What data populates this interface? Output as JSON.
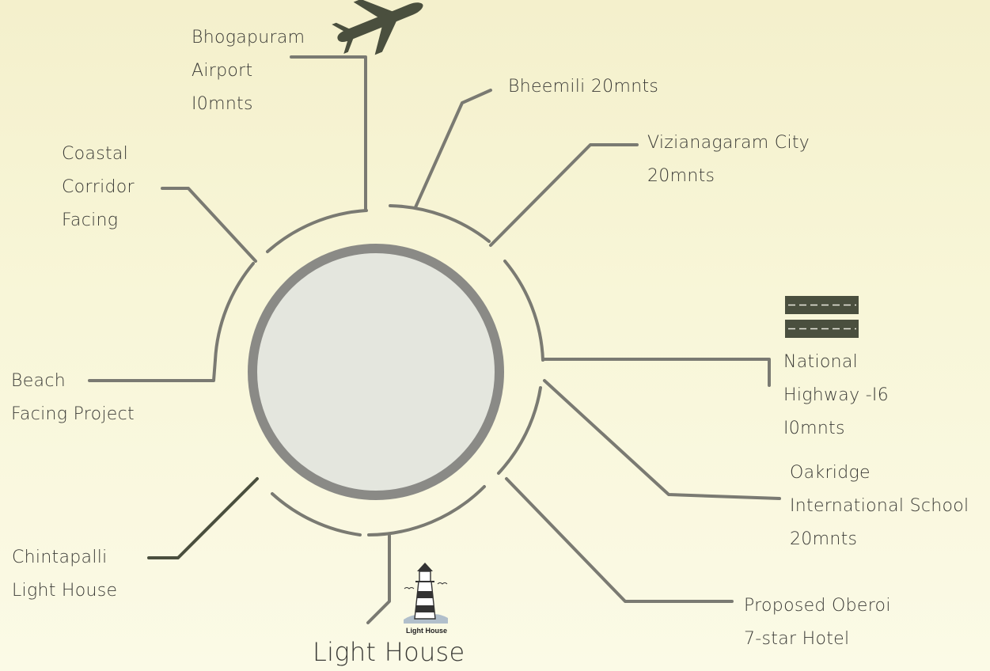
{
  "colors": {
    "line": "#7a7a72",
    "ring": "#8a8a86",
    "icon": "#4a4f3e",
    "center_fill": "#e4e6de",
    "text": "#3a3a36"
  },
  "destinations": [
    {
      "id": "airport",
      "lines": [
        "Bhogapuram",
        "Airport",
        "I0mnts"
      ],
      "icon": "airplane-icon"
    },
    {
      "id": "bheemili",
      "lines": [
        "Bheemili 20mnts"
      ]
    },
    {
      "id": "vizianagaram",
      "lines": [
        "Vizianagaram City",
        "20mnts"
      ]
    },
    {
      "id": "coastal",
      "lines": [
        "Coastal",
        "Corridor",
        "Facing"
      ]
    },
    {
      "id": "highway",
      "lines": [
        "National",
        "Highway -I6",
        "I0mnts"
      ],
      "icon": "highway-road-icon"
    },
    {
      "id": "beach",
      "lines": [
        "Beach",
        "Facing Project"
      ]
    },
    {
      "id": "oakridge",
      "lines": [
        "Oakridge",
        "International School",
        "20mnts"
      ]
    },
    {
      "id": "chintapalli",
      "lines": [
        "Chintapalli",
        "Light House"
      ]
    },
    {
      "id": "oberoi",
      "lines": [
        "Proposed Oberoi",
        "7-star Hotel"
      ]
    }
  ],
  "center": {
    "title": "Light House",
    "logo_caption": "Light House",
    "icon": "lighthouse-icon"
  }
}
